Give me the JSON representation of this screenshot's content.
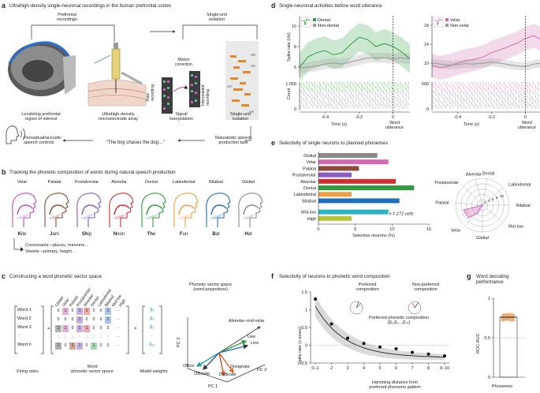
{
  "figure": {
    "panel_a": {
      "label": "a",
      "title": "Ultrahigh-density single-neuronal recordings in the human prefrontal cortex",
      "prefrontal_recordings": "Prefrontal\nrecordings",
      "single_unit_isolation_top": "Single-unit\nisolation",
      "motion_correction": "Motion\ncorrection",
      "raw_recording": "Raw\nrecording",
      "interpolated_recording": "Interpolated\nrecording",
      "caption_1": "Localizing prefrontal\nregion of interest",
      "caption_2": "Ultrahigh-density\nmicroelectrode array",
      "caption_3": "Signal\ninterpolation",
      "caption_4": "Single-unit\nisolation",
      "perceptual": "Perceptual/acoustic\nspeech controls",
      "sentence": "“The boy chases the dog…”",
      "naturalistic": "Naturalistic speech\nproduction task"
    },
    "panel_b": {
      "label": "b",
      "title": "Tracking the phonetic composition of words during natural speech production",
      "places": [
        {
          "name": "Velar",
          "word_bold": "K",
          "word_rest": "ite",
          "color": "#c050c0"
        },
        {
          "name": "Palatal",
          "word_bold": "J",
          "word_rest": "am",
          "color": "#8b4a3c"
        },
        {
          "name": "Postalveolar",
          "word_bold": "Sh",
          "word_rest": "ip",
          "color": "#8a5bc0"
        },
        {
          "name": "Alveolar",
          "word_bold": "N",
          "word_rest": "oon",
          "color": "#d32f2f"
        },
        {
          "name": "Dental",
          "word_bold": "Th",
          "word_rest": "e",
          "color": "#2e9e3e"
        },
        {
          "name": "Labiodental",
          "word_bold": "F",
          "word_rest": "un",
          "color": "#f0a040"
        },
        {
          "name": "Bilabial",
          "word_bold": "B",
          "word_rest": "at",
          "color": "#1f6fc0"
        },
        {
          "name": "Glottal",
          "word_bold": "H",
          "word_rest": "at",
          "color": "#8a8a8a"
        }
      ],
      "note_1": "Consonants—places, manners…",
      "note_2": "Vowels—primary, height…"
    },
    "panel_c": {
      "label": "c",
      "title": "Constructing a word phonetic vector space",
      "column_headers": [
        "Glottal",
        "Velar",
        "Palatal",
        "Postalveolar",
        "Alveolar",
        "Dental",
        "Labiodental",
        "Bilabial",
        "Mid-low",
        "High"
      ],
      "rows": [
        "Word 1",
        "Word 2",
        "Word 3",
        "⋮",
        "Word n"
      ],
      "matrix": [
        [
          "0",
          "1",
          "0",
          "1",
          "1",
          "0",
          "0",
          "1"
        ],
        [
          "0",
          "0",
          "0",
          "1",
          "0",
          "0",
          "0",
          "1"
        ],
        [
          "1",
          "1",
          "0",
          "1",
          "1",
          "0",
          "0",
          "0"
        ],
        [
          "⋮",
          "⋮",
          "⋮",
          "⋮",
          "⋮",
          "⋮",
          "⋮",
          "⋮"
        ],
        [
          "1",
          "0",
          "1",
          "1",
          "0",
          "1",
          "0",
          "0"
        ]
      ],
      "weights": [
        "β₁",
        "β₂",
        "β₃",
        "⋮",
        "β₁₀"
      ],
      "equals": "=",
      "times": "×",
      "firing_rates": "Firing rates",
      "word_space": "Word\nphonetic vector space",
      "model_weights": "Model weights",
      "vector_space_title": "Phonetic vector space\n(word projections)",
      "axis_label": "Alveolar–mid-velar",
      "pc1": "PC 1",
      "pc2": "PC 2",
      "pc3": "PC 3",
      "words": [
        "Like",
        "Line",
        "Office",
        "Officiate",
        "Designate",
        "Dedicate"
      ]
    },
    "panel_d": {
      "label": "d",
      "title": "Single-neuronal activities before word utterance",
      "word_utterance": "Word\nutterance",
      "ylabel": "Spike rate (Hz)",
      "count_label": "Count",
      "xlabel": "Time (s)"
    },
    "panel_e": {
      "label": "e",
      "title": "Selectivity of single neurons to planned phonemes",
      "xlabel": "Selective neurons (%)",
      "annotation": "n = 272 cells",
      "polar_labels": [
        "Dental",
        "Labiodental",
        "Bilabial",
        "Mid-low",
        "Glottal",
        "Velar",
        "Palatal",
        "Postalveolar",
        "Alveolar"
      ],
      "polar_ticks": [
        "2",
        "4",
        "6",
        "8",
        "10"
      ]
    },
    "panel_f": {
      "label": "f",
      "title": "Selectivity of neurons to phonetic word composition",
      "preferred": "Preferred\ncomposition",
      "nonpreferred": "Non-preferred\ncomposition",
      "preferred_pc": "Preferred phonetic composition\n[β₁,β₂…β₁₀]",
      "ylabel": "Spike rate (z-score)",
      "xlabel": "Hamming distance from\npreferred phoneme pattern"
    },
    "panel_g": {
      "label": "g",
      "title": "Word decoding\nperformance",
      "ylabel": "ROC-AUC",
      "xlabel": "Phonemes"
    }
  },
  "chart_data": [
    {
      "type": "line",
      "title": "",
      "xlabel": "Time (s)",
      "ylabel": "Spike rate (Hz)",
      "xlim": [
        -0.55,
        0.1
      ],
      "ylim": [
        5,
        11
      ],
      "yticks": [
        6,
        8,
        10
      ],
      "xticks": [
        -0.4,
        -0.2,
        0
      ],
      "series": [
        {
          "name": "Dental",
          "color": "#2e9e3e",
          "x": [
            -0.55,
            -0.5,
            -0.45,
            -0.4,
            -0.35,
            -0.3,
            -0.25,
            -0.2,
            -0.15,
            -0.1,
            -0.05,
            0,
            0.05,
            0.1
          ],
          "values": [
            6.0,
            7.0,
            7.4,
            7.6,
            7.2,
            7.4,
            8.2,
            8.9,
            8.7,
            8.0,
            8.3,
            8.0,
            7.5,
            6.8
          ]
        },
        {
          "name": "Non-dental",
          "color": "#999999",
          "x": [
            -0.55,
            -0.5,
            -0.45,
            -0.4,
            -0.35,
            -0.3,
            -0.25,
            -0.2,
            -0.15,
            -0.1,
            -0.05,
            0,
            0.05,
            0.1
          ],
          "values": [
            5.9,
            6.0,
            6.1,
            6.3,
            6.4,
            6.3,
            6.5,
            6.7,
            6.9,
            6.9,
            6.9,
            6.8,
            6.9,
            6.8
          ]
        }
      ],
      "raster_count_ticks": [
        "0",
        "1,000"
      ]
    },
    {
      "type": "line",
      "title": "",
      "xlabel": "Time (s)",
      "ylabel": "",
      "xlim": [
        -0.55,
        0.1
      ],
      "ylim": [
        7,
        20
      ],
      "yticks": [
        10,
        14,
        18
      ],
      "xticks": [
        -0.4,
        -0.2,
        0
      ],
      "series": [
        {
          "name": "Velar",
          "color": "#d06ab0",
          "x": [
            -0.55,
            -0.5,
            -0.45,
            -0.4,
            -0.35,
            -0.3,
            -0.25,
            -0.2,
            -0.15,
            -0.1,
            -0.05,
            0,
            0.05,
            0.1
          ],
          "values": [
            9.5,
            9.0,
            9.4,
            10.0,
            10.5,
            10.8,
            11.3,
            12.2,
            12.8,
            13.5,
            14.2,
            15.2,
            15.8,
            14.8
          ]
        },
        {
          "name": "Non-velar",
          "color": "#999999",
          "x": [
            -0.55,
            -0.5,
            -0.45,
            -0.4,
            -0.35,
            -0.3,
            -0.25,
            -0.2,
            -0.15,
            -0.1,
            -0.05,
            0,
            0.05,
            0.1
          ],
          "values": [
            10.0,
            9.8,
            9.6,
            9.7,
            9.9,
            9.8,
            10.0,
            10.2,
            10.0,
            9.7,
            9.4,
            9.3,
            9.8,
            10.0
          ]
        }
      ],
      "raster_count_ticks": [
        "0",
        "500"
      ]
    },
    {
      "type": "bar",
      "orientation": "horizontal",
      "title": "",
      "xlabel": "Selective neurons (%)",
      "xlim": [
        0,
        15
      ],
      "xticks": [
        0,
        5,
        10,
        15
      ],
      "categories": [
        "Glottal",
        "Velar",
        "Palatal",
        "Postalveolar",
        "Alveolar",
        "Dental",
        "Labiodental",
        "Bilabial",
        "Mid-low",
        "High"
      ],
      "values": [
        8.0,
        9.5,
        5.5,
        4.5,
        10.5,
        13.0,
        4.5,
        11.0,
        9.5,
        4.5
      ],
      "colors": [
        "#8a8a8a",
        "#d06ab0",
        "#8b4a3c",
        "#8a5bc0",
        "#d32f2f",
        "#2e9e3e",
        "#f0a040",
        "#1f6fc0",
        "#2bb5c0",
        "#b7c43a"
      ]
    },
    {
      "type": "scatter",
      "title": "",
      "xlabel": "Hamming distance from preferred phoneme pattern",
      "ylabel": "Spike rate (z-score)",
      "categories": [
        "0–1",
        "2",
        "3",
        "4",
        "5",
        "6",
        "7",
        "8",
        "9–10"
      ],
      "values": [
        1.3,
        0.6,
        0.2,
        0.05,
        -0.05,
        -0.1,
        -0.2,
        -0.25,
        -0.3
      ],
      "ylim": [
        -0.5,
        1.5
      ],
      "yticks": [
        -0.5,
        0,
        0.5,
        1.0,
        1.5
      ]
    },
    {
      "type": "bar",
      "title": "Word decoding performance",
      "xlabel": "Phonemes",
      "ylabel": "ROC-AUC",
      "categories": [
        "Phonemes"
      ],
      "values": [
        0.76
      ],
      "chance": 0.5,
      "ylim": [
        0,
        1.0
      ],
      "yticks": [
        0,
        0.5,
        1.0
      ]
    }
  ]
}
